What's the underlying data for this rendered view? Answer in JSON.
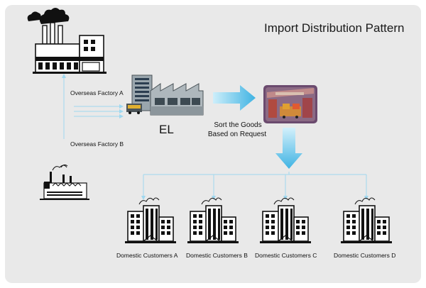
{
  "title": "Import Distribution Pattern",
  "factories": {
    "a": "Overseas Factory A",
    "b": "Overseas Factory B"
  },
  "el": {
    "label": "EL"
  },
  "sort": {
    "line1": "Sort  the Goods",
    "line2": "Based on Request"
  },
  "customers": [
    {
      "label": "Domestic Customers A"
    },
    {
      "label": "Domestic Customers B"
    },
    {
      "label": "Domestic Customers C"
    },
    {
      "label": "Domestic Customers D"
    }
  ],
  "colors": {
    "background": "#e9e9e9",
    "connector": "#9fd8f0",
    "arrow": "#45b8e6",
    "ink": "#111111"
  }
}
